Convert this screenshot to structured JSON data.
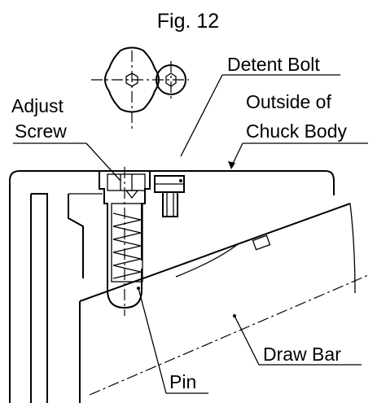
{
  "figure": {
    "title": "Fig. 12",
    "labels": {
      "detent_bolt": "Detent Bolt",
      "adjust_line1": "Adjust",
      "adjust_line2": "Screw",
      "outside_line1": "Outside of",
      "outside_line2": "Chuck Body",
      "draw_bar": "Draw Bar",
      "pin": "Pin"
    }
  }
}
